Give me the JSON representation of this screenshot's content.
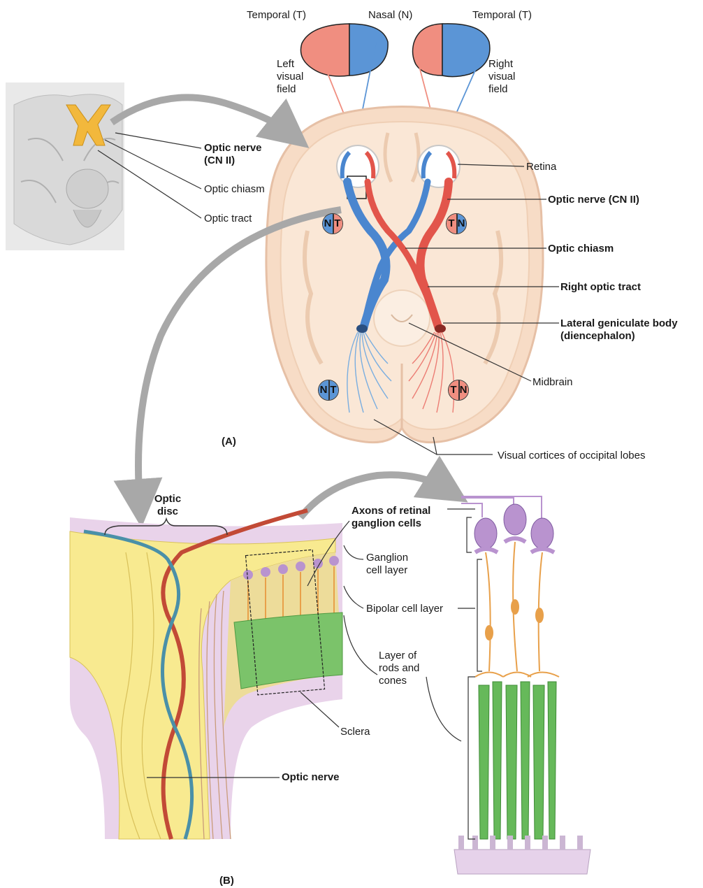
{
  "colors": {
    "temporal": "#f08e80",
    "nasal": "#5b95d6",
    "nerve_red": "#e2554b",
    "nerve_blue": "#4a86cf",
    "brain_skin": "#f7dcc6",
    "optic_nerve_yellow": "#f8ea90",
    "ganglion_purple": "#b993cf",
    "bipolar_orange": "#e8a04a",
    "photoreceptor_green": "#66b95a"
  },
  "top_labels": {
    "temporal_left": "Temporal (T)",
    "nasal": "Nasal (N)",
    "temporal_right": "Temporal (T)",
    "left_visual_field": "Left\nvisual\nfield",
    "right_visual_field": "Right\nvisual\nfield"
  },
  "inset_labels": {
    "optic_nerve": "Optic nerve\n(CN II)",
    "optic_chiasm": "Optic chiasm",
    "optic_tract": "Optic tract"
  },
  "part_a_labels": {
    "retina": "Retina",
    "optic_nerve": "Optic nerve (CN II)",
    "optic_chiasm": "Optic chiasm",
    "right_optic_tract": "Right optic tract",
    "lateral_geniculate": "Lateral geniculate body\n(diencephalon)",
    "midbrain": "Midbrain",
    "visual_cortices": "Visual cortices of occipital lobes",
    "panel": "(A)"
  },
  "badges": {
    "upper_left": {
      "left": "N",
      "right": "T"
    },
    "upper_right": {
      "left": "T",
      "right": "N"
    },
    "lower_left": {
      "left": "N",
      "right": "T"
    },
    "lower_right": {
      "left": "T",
      "right": "N"
    }
  },
  "part_b_labels": {
    "optic_disc": "Optic\ndisc",
    "axons": "Axons of retinal\nganglion cells",
    "ganglion_layer": "Ganglion\ncell layer",
    "bipolar_layer": "Bipolar cell layer",
    "rods_cones": "Layer of\nrods and\ncones",
    "sclera": "Sclera",
    "optic_nerve": "Optic nerve",
    "panel": "(B)"
  }
}
